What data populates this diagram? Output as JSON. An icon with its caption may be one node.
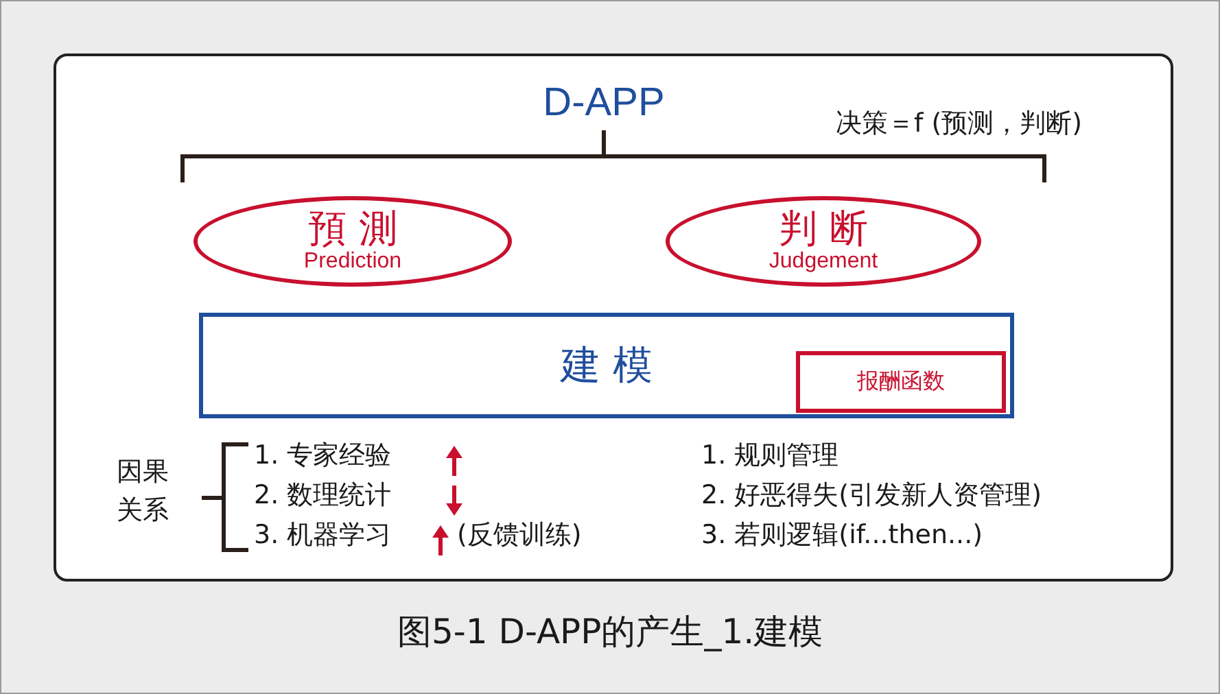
{
  "diagram": {
    "caption": "图5-1 D-APP的产生_1.建模",
    "nodes": [
      {
        "text": [
          "預 測",
          "Prediction"
        ]
      },
      {
        "text": [
          "判 断",
          "Judgement"
        ]
      },
      {
        "text": [
          "建 模"
        ]
      },
      {
        "text": [
          "报酬函数"
        ],
        "in": 2
      }
    ],
    "edges": [],
    "labels": [
      "D-APP",
      "决策＝f (预测，判断)",
      "因果关系",
      "1. 专家经验",
      "1. 规则管理",
      "2. 数理统计",
      "2. 好恶得失(引发新人资管理)",
      "3. 机器学习",
      "(反馈训练)",
      "3. 若则逻辑(if...then...)"
    ]
  }
}
